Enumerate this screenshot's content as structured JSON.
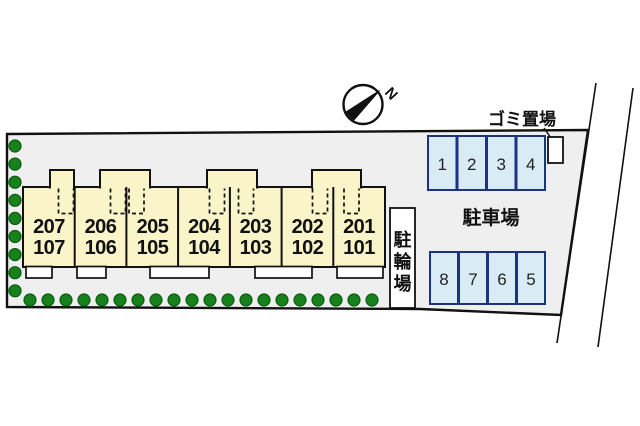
{
  "labels": {
    "garbage_area": "ゴミ置場",
    "parking_lot": "駐車場",
    "bicycle_parking": "駐輪場"
  },
  "compass": {
    "north_label": "N"
  },
  "building": {
    "units": [
      {
        "upper": "207",
        "lower": "107"
      },
      {
        "upper": "206",
        "lower": "106"
      },
      {
        "upper": "205",
        "lower": "105"
      },
      {
        "upper": "204",
        "lower": "104"
      },
      {
        "upper": "203",
        "lower": "103"
      },
      {
        "upper": "202",
        "lower": "102"
      },
      {
        "upper": "201",
        "lower": "101"
      }
    ]
  },
  "parking": {
    "row_top_labels": [
      "1",
      "2",
      "3",
      "4"
    ],
    "row_bottom_labels": [
      "8",
      "7",
      "6",
      "5"
    ]
  },
  "landscape": {
    "left_tree_count": 9,
    "bottom_tree_count": 20
  },
  "colors": {
    "site_fill": "#efefef",
    "building_fill": "#faf4c9",
    "stall_fill": "#d9ecf6",
    "stall_border": "#1c3380",
    "tree_fill": "#17821b",
    "tree_border": "#0a5c10"
  }
}
